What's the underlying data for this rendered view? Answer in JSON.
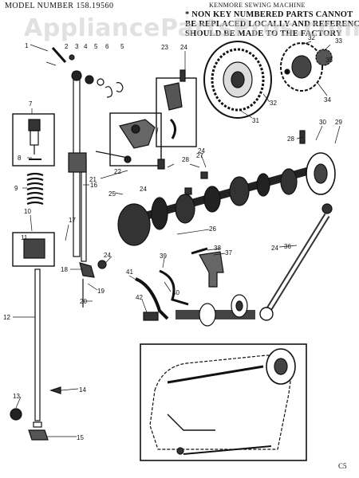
{
  "header": {
    "model_line": "MODEL NUMBER 158.19560",
    "brand": "KENMORE SEWING MACHINE",
    "note_lines": [
      "* NON KEY NUMBERED PARTS CANNOT",
      "BE REPLACED LOCALLY AND REFERENCE",
      "SHOULD BE MADE TO THE FACTORY"
    ]
  },
  "watermark": "AppliancePartsPros.com",
  "footer_code": "C5",
  "part_labels": [
    "1",
    "2",
    "3",
    "4",
    "5",
    "6",
    "5",
    "7",
    "8",
    "9",
    "10",
    "11",
    "12",
    "13",
    "14",
    "15",
    "16",
    "17",
    "18",
    "19",
    "20",
    "21",
    "22",
    "23",
    "24",
    "24",
    "24",
    "24",
    "24",
    "25",
    "26",
    "27",
    "28",
    "28",
    "29",
    "30",
    "31",
    "32",
    "32",
    "33",
    "34",
    "35",
    "36",
    "37",
    "38",
    "39",
    "40",
    "41",
    "42"
  ]
}
